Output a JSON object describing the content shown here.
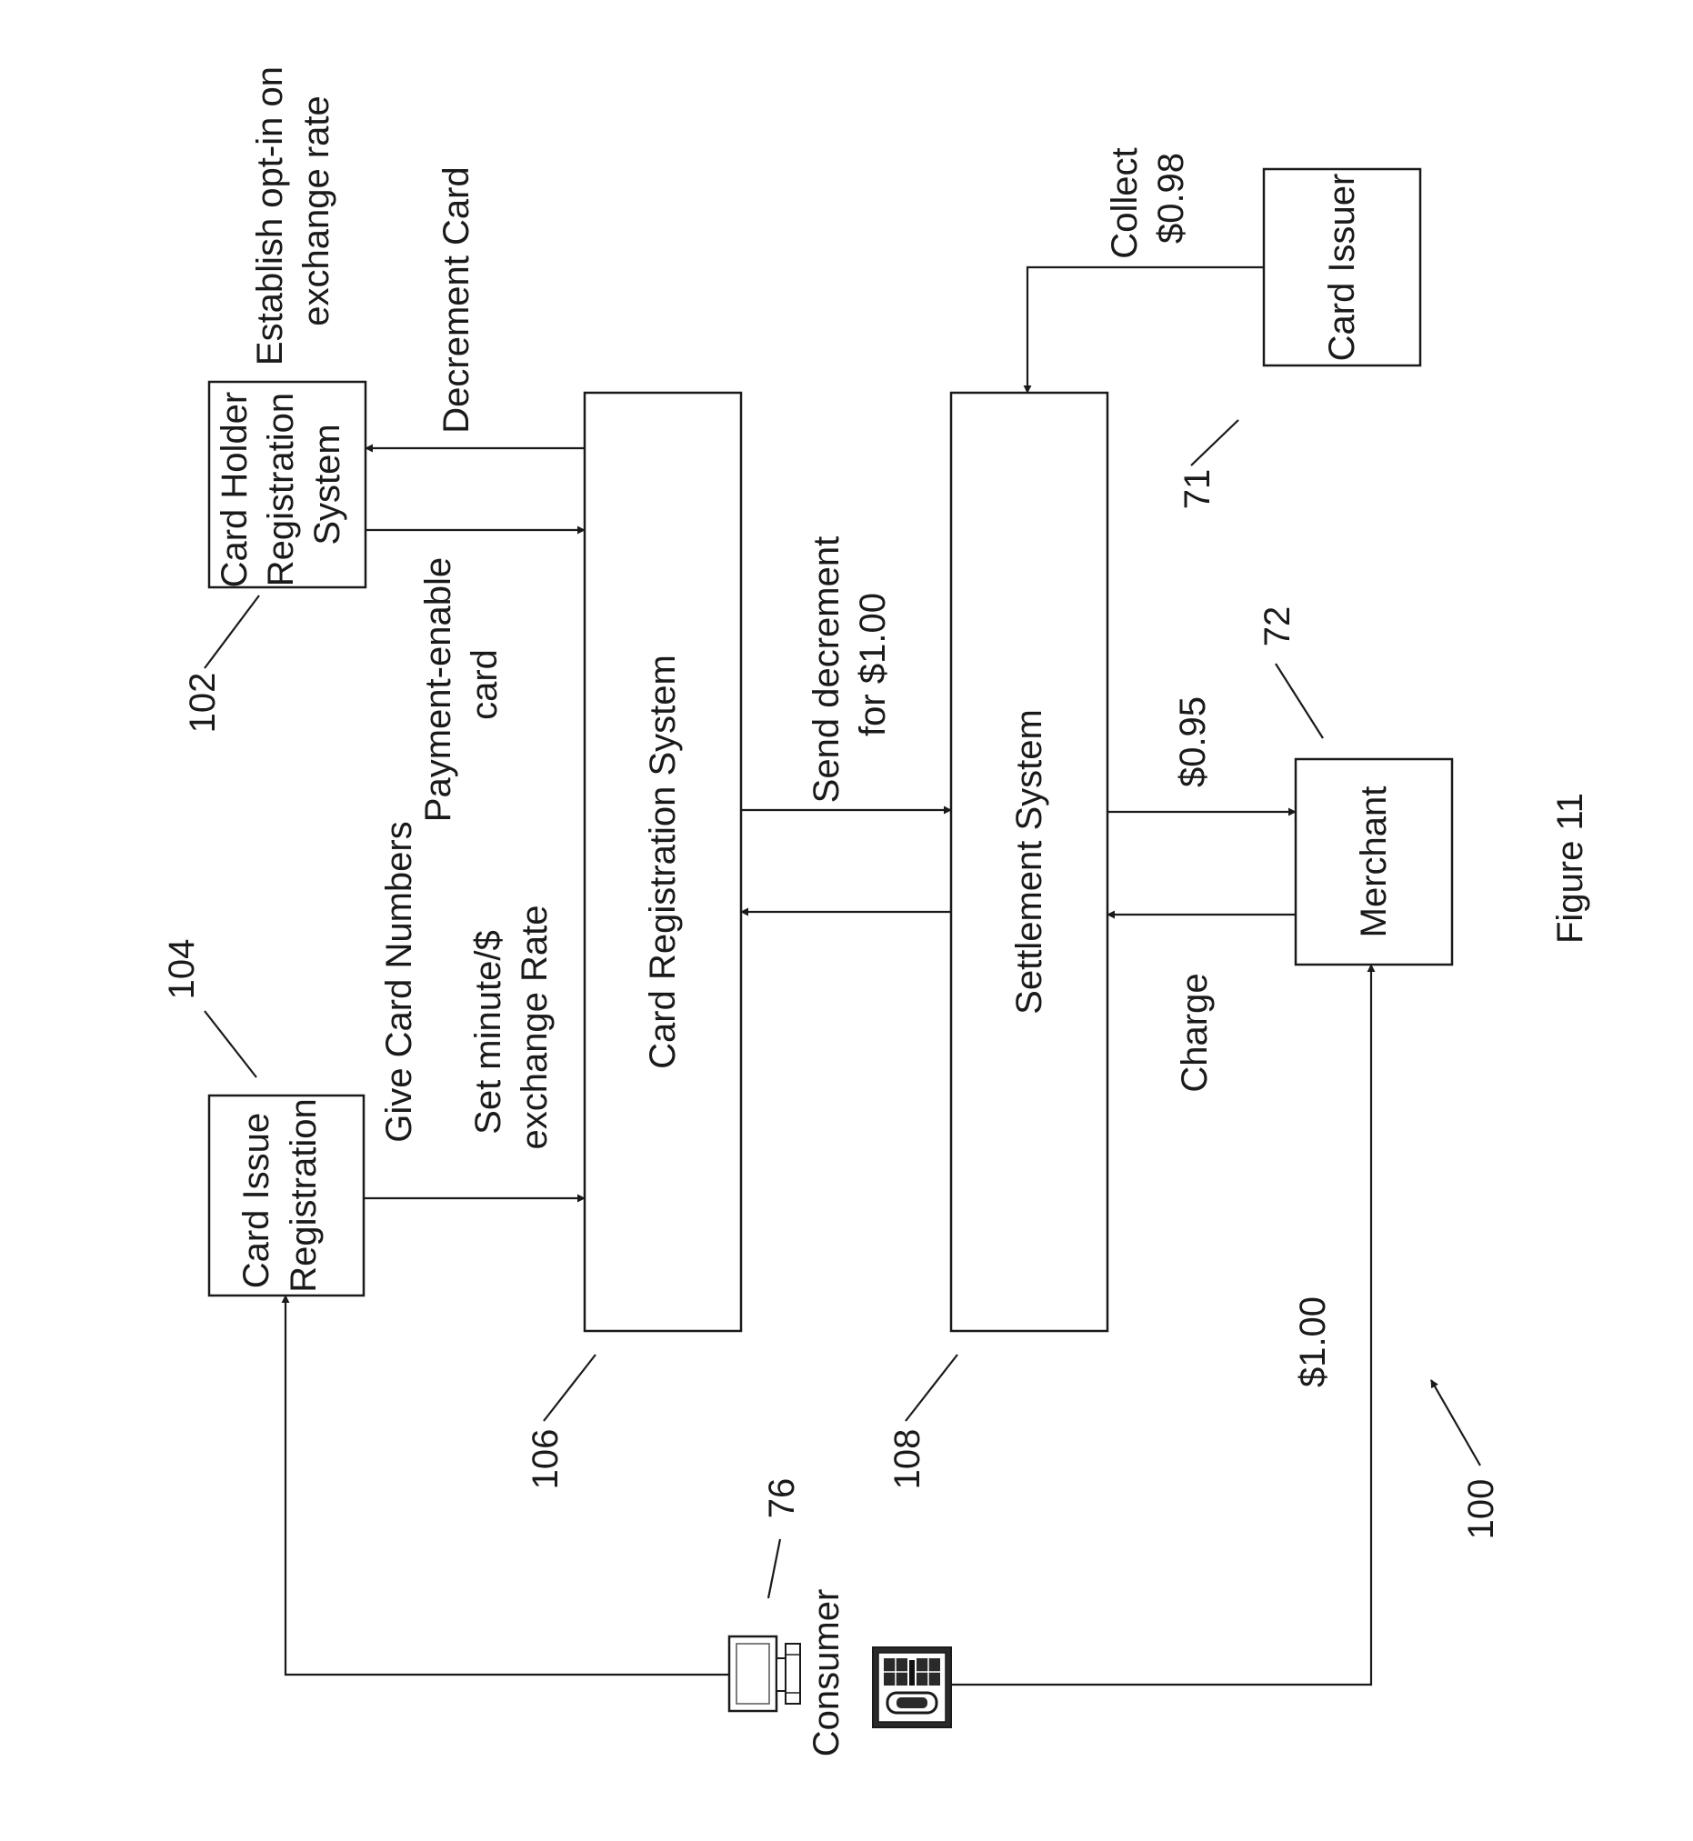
{
  "figure": {
    "caption": "Figure 11",
    "ref": "100"
  },
  "boxes": {
    "card_holder": {
      "lines": [
        "Card Holder",
        "Registration",
        "System"
      ],
      "ref": "102"
    },
    "card_issue": {
      "lines": [
        "Card Issue",
        "Registration"
      ],
      "ref": "104"
    },
    "card_registration": {
      "lines": [
        "Card Registration System"
      ],
      "ref": "106"
    },
    "settlement": {
      "lines": [
        "Settlement System"
      ],
      "ref": "108"
    },
    "merchant": {
      "lines": [
        "Merchant"
      ],
      "ref": "72"
    },
    "card_issuer": {
      "lines": [
        "Card Issuer"
      ],
      "ref": "71"
    }
  },
  "consumer": {
    "label": "Consumer",
    "ref": "76"
  },
  "flow_labels": {
    "establish_opt_in": [
      "Establish opt-in on",
      "exchange rate"
    ],
    "decrement_card": [
      "Decrement Card"
    ],
    "payment_enable": [
      "Payment-enable",
      "card"
    ],
    "give_card_numbers": [
      "Give Card Numbers"
    ],
    "set_rate": [
      "Set minute/$",
      "exchange Rate"
    ],
    "send_decrement": [
      "Send decrement",
      "for $1.00"
    ],
    "collect": [
      "Collect",
      "$0.98"
    ],
    "payout": [
      "$0.95"
    ],
    "charge": [
      "Charge"
    ],
    "payment": [
      "$1.00"
    ]
  }
}
